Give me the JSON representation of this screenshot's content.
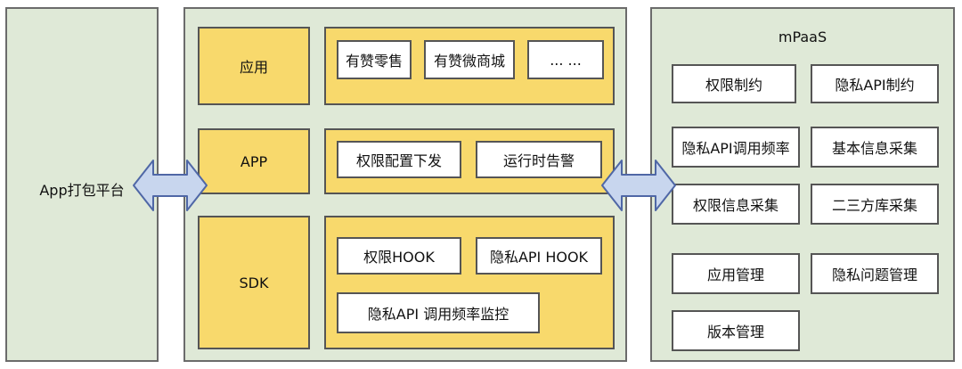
{
  "left_panel": {
    "title": "App打包平台"
  },
  "middle_panel": {
    "layers": [
      {
        "label": "应用",
        "items": [
          "有赞零售",
          "有赞微商城",
          "... ..."
        ]
      },
      {
        "label": "APP",
        "items": [
          "权限配置下发",
          "运行时告警"
        ]
      },
      {
        "label": "SDK",
        "items": [
          "权限HOOK",
          "隐私API HOOK",
          "隐私API 调用频率监控"
        ]
      }
    ]
  },
  "right_panel": {
    "title": "mPaaS",
    "items": [
      "权限制约",
      "隐私API制约",
      "隐私API调用频率",
      "基本信息采集",
      "权限信息采集",
      "二三方库采集",
      "应用管理",
      "隐私问题管理",
      "版本管理"
    ]
  },
  "colors": {
    "panel_fill": "#dfe9d7",
    "layer_fill": "#f8d96c",
    "arrow_fill": "#c8d6ee",
    "arrow_stroke": "#4f67a6"
  }
}
